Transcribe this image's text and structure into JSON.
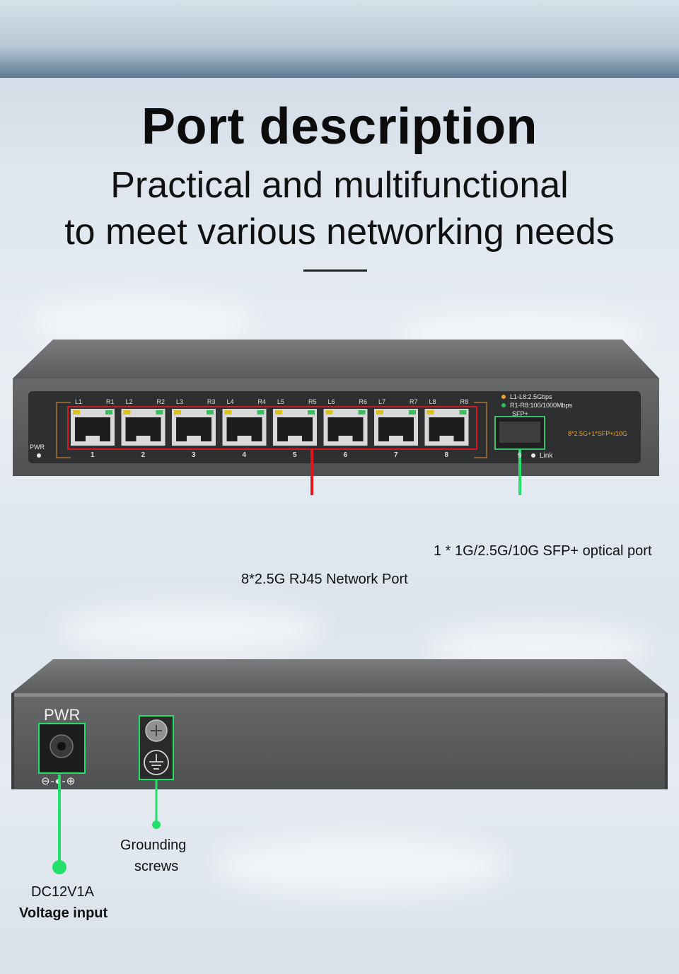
{
  "header": {
    "title": "Port description",
    "subtitle_line1": "Practical and multifunctional",
    "subtitle_line2": "to meet various networking needs"
  },
  "front_panel": {
    "pwr_label": "PWR",
    "port_top_labels": [
      "L1",
      "R1",
      "L2",
      "R2",
      "L3",
      "R3",
      "L4",
      "R4",
      "L5",
      "R5",
      "L6",
      "R6",
      "L7",
      "R7",
      "L8",
      "R8"
    ],
    "port_numbers": [
      "1",
      "2",
      "3",
      "4",
      "5",
      "6",
      "7",
      "8"
    ],
    "legend_line1": "L1-L8:2.5Gbps",
    "legend_line2": "R1-R8:100/1000Mbps",
    "sfp_label": "SFP+",
    "model_text": "8*2.5G+1*SFP+/10G",
    "sfp_number": "9",
    "link_label": "Link"
  },
  "callouts": {
    "rj45": "8*2.5G RJ45 Network Port",
    "sfp": "1 * 1G/2.5G/10G SFP+ optical port",
    "grounding_line1": "Grounding",
    "grounding_line2": "screws",
    "voltage_line1": "DC12V1A",
    "voltage_line2": "Voltage input"
  },
  "rear_panel": {
    "pwr_label": "PWR",
    "polarity": "⊖-◐-⊕"
  },
  "colors": {
    "callout_red": "#e5141b",
    "callout_green": "#22e06a",
    "device_gray": "#5e5f61",
    "port_frame_red": "#d21a22"
  },
  "icons": [
    "ground-icon",
    "screw-icon",
    "power-jack-icon"
  ]
}
